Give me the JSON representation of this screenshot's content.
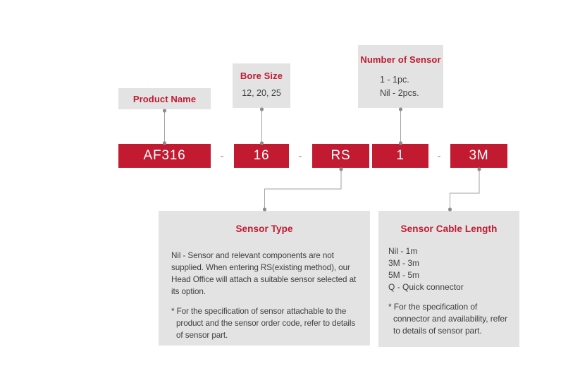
{
  "colors": {
    "accent_red": "#C11A31",
    "label_box_gray": "#E3E3E3",
    "body_text": "#3F3F3F",
    "connector_line": "#A2A2A2",
    "connector_dot": "#8C8C8C",
    "code_text": "#FFFFFF"
  },
  "product_name": {
    "title": "Product Name"
  },
  "bore_size": {
    "title": "Bore Size",
    "options": "12, 20, 25"
  },
  "number_of_sensor": {
    "title": "Number of Sensor",
    "options": [
      "1 - 1pc.",
      "Nil - 2pcs."
    ]
  },
  "order_code": {
    "segments": [
      "AF316",
      "16",
      "RS",
      "1",
      "3M"
    ],
    "separator": "-"
  },
  "sensor_type": {
    "title": "Sensor Type",
    "description": "Nil - Sensor and relevant components are not supplied. When entering RS(existing method), our Head Office will attach a suitable sensor selected at its option.",
    "note": "* For the specification of sensor attachable to the product and the sensor order code, refer to details of sensor part."
  },
  "sensor_cable_length": {
    "title": "Sensor Cable Length",
    "options": [
      "Nil - 1m",
      "3M - 3m",
      "5M - 5m",
      "Q - Quick connector"
    ],
    "note": "* For the specification of connector and availability, refer to details of sensor part."
  }
}
